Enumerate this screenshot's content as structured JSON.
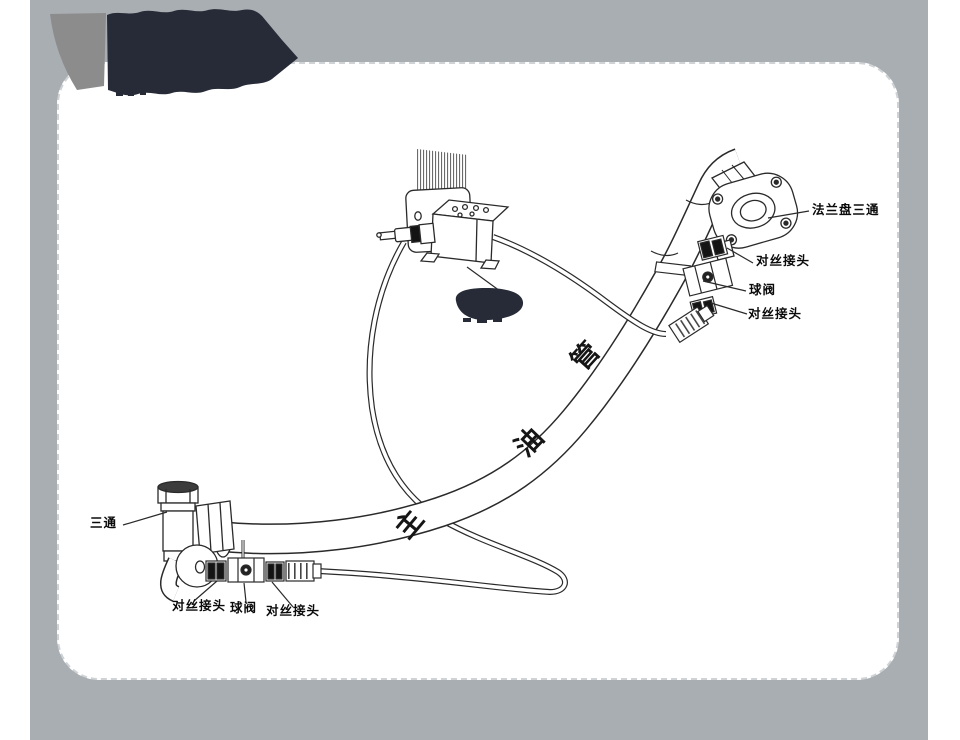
{
  "figure": {
    "type": "exploded parts diagram of main oil hose assembly",
    "labels": {
      "flange_tee": "法兰盘三通",
      "union_right_top": "对丝接头",
      "ball_valve_right": "球阀",
      "union_right_bottom": "对丝接头",
      "tee": "三通",
      "union_bottom_left": "对丝接头",
      "ball_valve_bottom": "球阀",
      "union_bottom_right": "对丝接头"
    },
    "hose_chars": {
      "0": "主",
      "1": "油",
      "2": "管"
    },
    "redactions": {
      "title_block": "blacked-out title text (top left)",
      "part_label": "blacked-out part label (under solenoid valve)"
    },
    "colors": {
      "panel_gray": "#a9aeb3",
      "fold_gray": "#8c8c8c",
      "redaction_dark": "#262b37",
      "line_art": "#2a2a2a",
      "sheet_white": "#ffffff"
    }
  }
}
